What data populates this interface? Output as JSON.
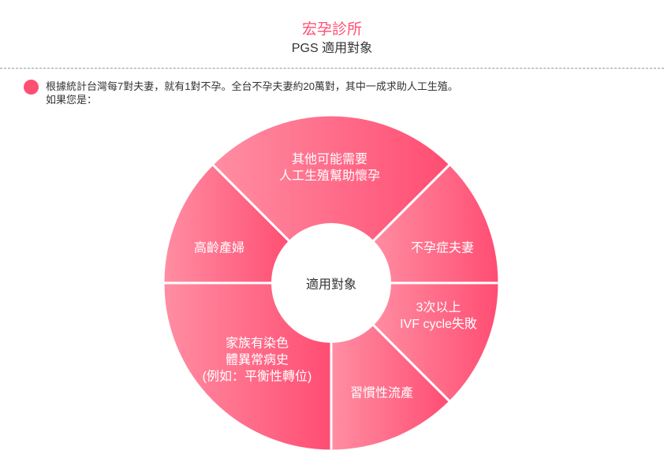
{
  "header": {
    "title": "宏孕診所",
    "subtitle": "PGS 適用對象"
  },
  "intro": {
    "line1": "根據統計台灣每7對夫妻，就有1對不孕。全台不孕夫妻約20萬對，其中一成求助人工生殖。",
    "line2": "如果您是："
  },
  "diagram": {
    "center": "適用對象",
    "colors": {
      "light": "#ff8ea3",
      "dark": "#ff4d72",
      "accent": "#ff4f73"
    },
    "segments": [
      {
        "lines": [
          "3次以上",
          "IVF cycle失敗"
        ]
      },
      {
        "lines": [
          "習慣性流產"
        ]
      },
      {
        "lines": [
          "家族有染色",
          "體異常病史",
          "(例如：平衡性轉位)"
        ]
      },
      {
        "lines": [
          "高齡產婦"
        ]
      },
      {
        "lines": [
          "其他可能需要",
          "人工生殖幫助懷孕"
        ]
      },
      {
        "lines": [
          "不孕症夫妻"
        ]
      }
    ]
  }
}
